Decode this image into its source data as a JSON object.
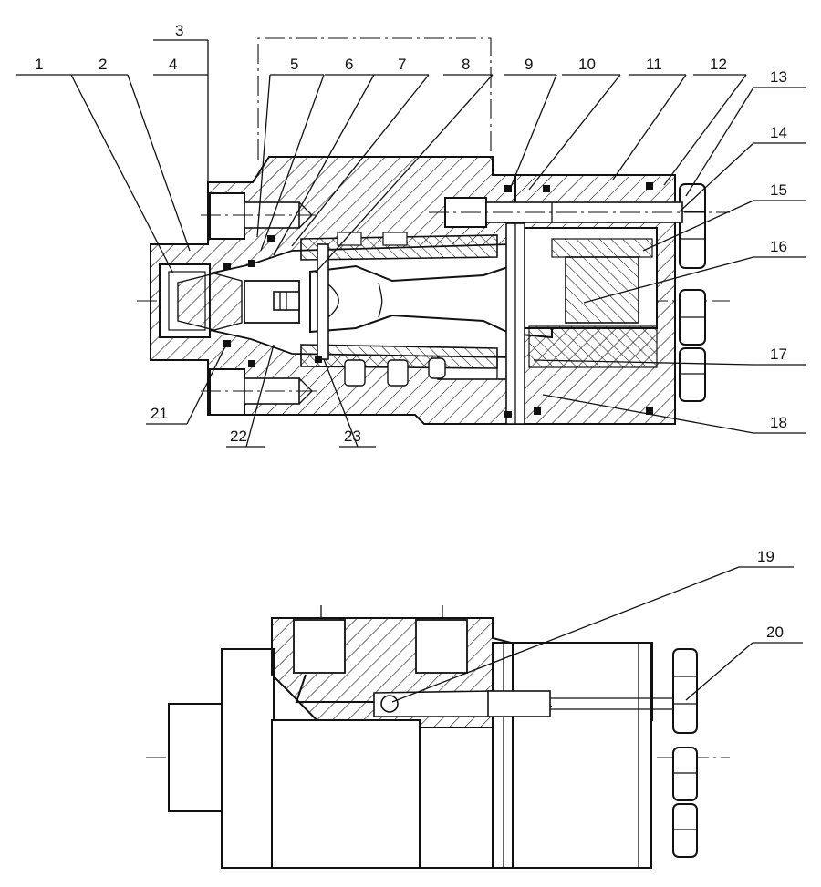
{
  "labels": {
    "l1": "1",
    "l2": "2",
    "l3": "3",
    "l4": "4",
    "l5": "5",
    "l6": "6",
    "l7": "7",
    "l8": "8",
    "l9": "9",
    "l10": "10",
    "l11": "11",
    "l12": "12",
    "l13": "13",
    "l14": "14",
    "l15": "15",
    "l16": "16",
    "l17": "17",
    "l18": "18",
    "l19": "19",
    "l20": "20",
    "l21": "21",
    "l22": "22",
    "l23": "23"
  },
  "colors": {
    "ink": "#111111",
    "paper": "#ffffff"
  }
}
